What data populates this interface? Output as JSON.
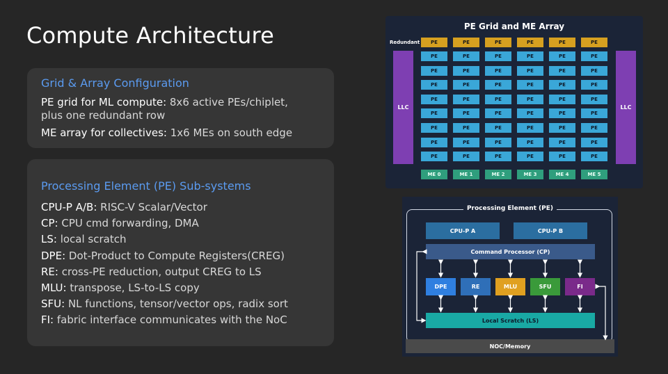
{
  "slide": {
    "title": "Compute Architecture"
  },
  "grid_config": {
    "heading": "Grid & Array Configuration",
    "lines": [
      {
        "label": "PE grid for ML compute:",
        "text": " 8x6 active PEs/chiplet,",
        "cont": "plus one redundant row"
      },
      {
        "label": "ME array for collectives:",
        "text": " 1x6 MEs on south edge"
      }
    ]
  },
  "pe_subsystems": {
    "heading": "Processing Element (PE) Sub-systems",
    "items": [
      {
        "label": "CPU-P A/B:",
        "text": " RISC-V Scalar/Vector"
      },
      {
        "label": "CP:",
        "text": " CPU cmd forwarding, DMA"
      },
      {
        "label": "LS:",
        "text": " local scratch"
      },
      {
        "label": "DPE:",
        "text": " Dot-Product to Compute Registers(CREG)"
      },
      {
        "label": "RE:",
        "text": " cross-PE reduction, output CREG to LS"
      },
      {
        "label": "MLU:",
        "text": " transpose, LS-to-LS copy"
      },
      {
        "label": "SFU:",
        "text": " NL functions, tensor/vector ops, radix sort"
      },
      {
        "label": "FI:",
        "text": " fabric interface communicates with the NoC"
      }
    ]
  },
  "grid_diagram": {
    "title": "PE Grid and ME Array",
    "redundant_label": "Redundant",
    "llc_label": "LLC",
    "pe_label": "PE",
    "active_rows": 8,
    "columns": 6,
    "me_labels": [
      "ME 0",
      "ME 1",
      "ME 2",
      "ME 3",
      "ME 4",
      "ME 5"
    ],
    "colors": {
      "background": "#1b2437",
      "pe": "#3aa7d8",
      "redundant": "#d6a020",
      "llc": "#7e3fb2",
      "me": "#2f9e7d"
    }
  },
  "pe_diagram": {
    "title": "Processing Element (PE)",
    "cpu_a": "CPU-P A",
    "cpu_b": "CPU-P B",
    "cp": "Command Processor (CP)",
    "units": [
      {
        "label": "DPE",
        "color": "#2f7fe0"
      },
      {
        "label": "RE",
        "color": "#2f6fb8"
      },
      {
        "label": "MLU",
        "color": "#e0a020"
      },
      {
        "label": "SFU",
        "color": "#3a9a3a"
      },
      {
        "label": "FI",
        "color": "#7a2a8a"
      }
    ],
    "ls": "Local Scratch (LS)",
    "noc": "NOC/Memory"
  }
}
